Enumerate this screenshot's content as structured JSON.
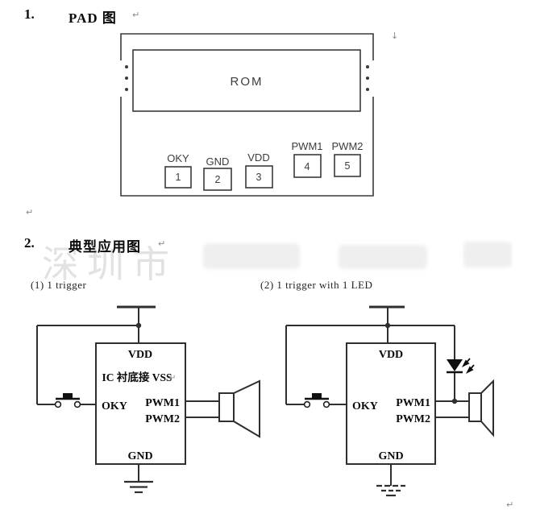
{
  "section1": {
    "number": "1.",
    "title": "PAD 图",
    "return_mark": "↵",
    "linebreak_mark": "↓"
  },
  "pad_diagram": {
    "rom_label": "ROM",
    "pads": [
      {
        "name": "OKY",
        "number": "1"
      },
      {
        "name": "GND",
        "number": "2"
      },
      {
        "name": "VDD",
        "number": "3"
      },
      {
        "name": "PWM1",
        "number": "4"
      },
      {
        "name": "PWM2",
        "number": "5"
      }
    ]
  },
  "between_sections_mark": "↵",
  "section2": {
    "number": "2.",
    "title": "典型应用图",
    "return_mark": "↵"
  },
  "watermark": {
    "text": "深圳市"
  },
  "circuit1": {
    "caption": "(1) 1 trigger",
    "ic": {
      "vdd": "VDD",
      "substrate_note": "IC 衬底接 VSS",
      "note_return_mark": "↵",
      "oky": "OKY",
      "pwm1": "PWM1",
      "pwm2": "PWM2",
      "gnd": "GND"
    }
  },
  "circuit2": {
    "caption": "(2) 1 trigger with 1 LED",
    "ic": {
      "vdd": "VDD",
      "oky": "OKY",
      "pwm1": "PWM1",
      "pwm2": "PWM2",
      "gnd": "GND"
    },
    "trailing_mark": "↵"
  }
}
